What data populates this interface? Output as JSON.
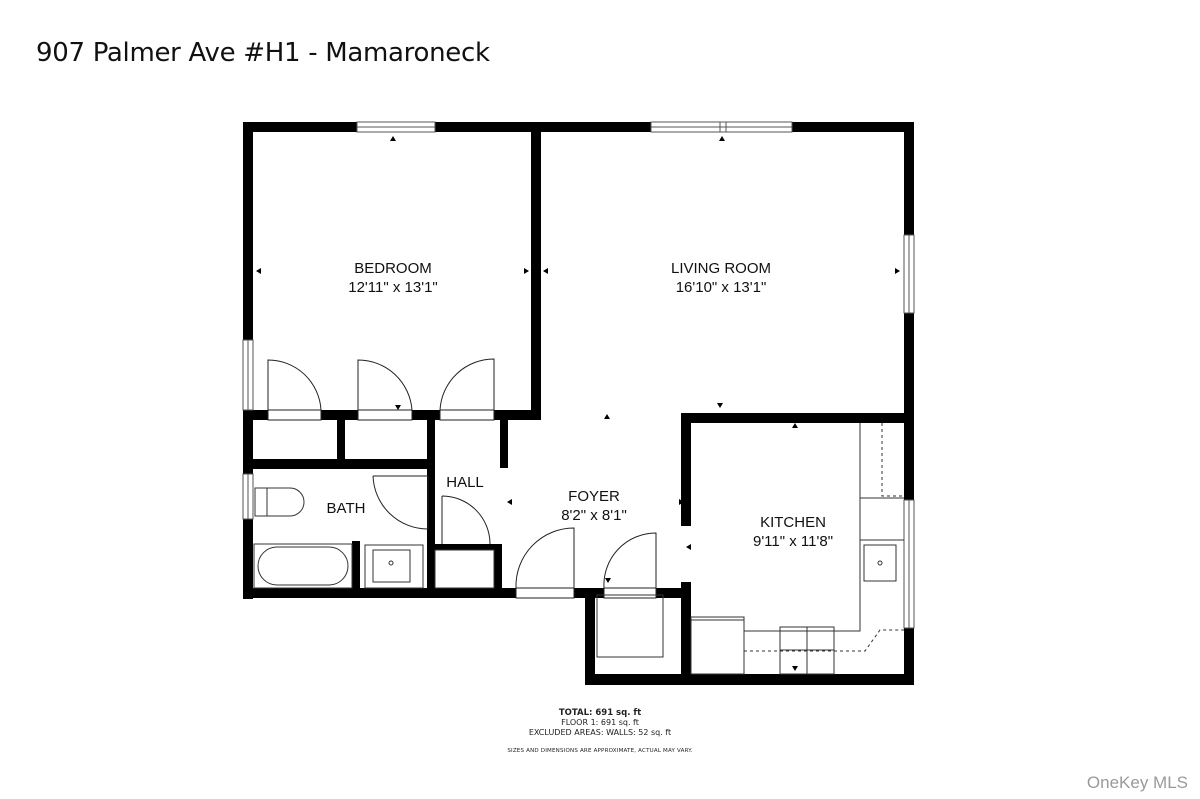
{
  "header": {
    "title": "907 Palmer Ave #H1 - Mamaroneck"
  },
  "rooms": [
    {
      "id": "bedroom",
      "name": "BEDROOM",
      "dims": "12'11\" x 13'1\""
    },
    {
      "id": "living-room",
      "name": "LIVING ROOM",
      "dims": "16'10\" x 13'1\""
    },
    {
      "id": "hall",
      "name": "HALL",
      "dims": ""
    },
    {
      "id": "bath",
      "name": "BATH",
      "dims": ""
    },
    {
      "id": "foyer",
      "name": "FOYER",
      "dims": "8'2\" x 8'1\""
    },
    {
      "id": "kitchen",
      "name": "KITCHEN",
      "dims": "9'11\" x 11'8\""
    }
  ],
  "totals": {
    "total": "TOTAL: 691 sq. ft",
    "floor1": "FLOOR 1: 691 sq. ft",
    "excluded": "EXCLUDED AREAS: WALLS: 52 sq. ft",
    "disclaimer": "SIZES AND DIMENSIONS ARE APPROXIMATE, ACTUAL MAY VARY."
  },
  "watermark": "OneKey MLS",
  "colors": {
    "wall": "#000000",
    "fixture": "#333333",
    "background": "#ffffff",
    "watermark": "#9a9a9a"
  }
}
